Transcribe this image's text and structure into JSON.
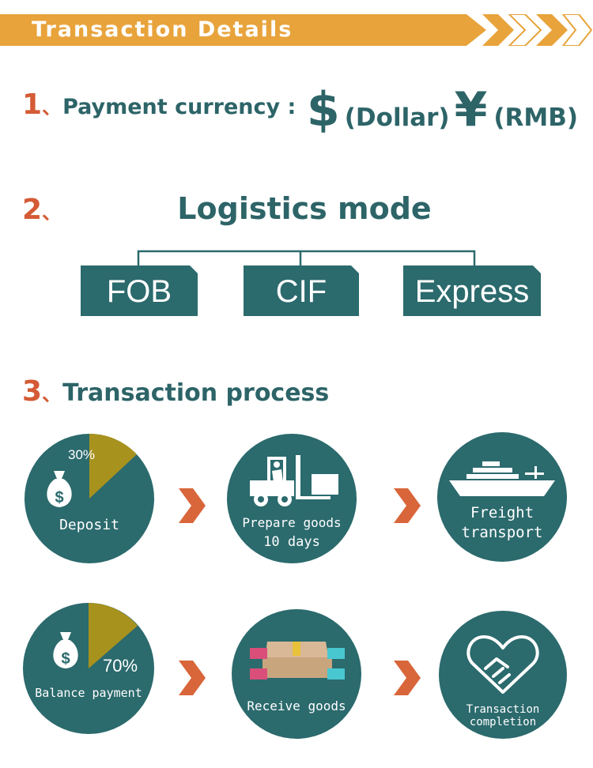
{
  "header": {
    "title": "Transaction Details"
  },
  "section1": {
    "number": "1",
    "separator": "、",
    "label": "Payment currency :",
    "dollar_symbol": "$",
    "dollar_text": "(Dollar)",
    "yuan_symbol": "¥",
    "yuan_text": "(RMB)"
  },
  "section2": {
    "number": "2",
    "separator": "、",
    "title": "Logistics mode",
    "modes": [
      "FOB",
      "CIF",
      "Express"
    ]
  },
  "section3": {
    "number": "3",
    "separator": "、",
    "title": "Transaction process",
    "steps": {
      "deposit": {
        "label": "Deposit",
        "percent": "30%"
      },
      "prepare": {
        "line1": "Prepare goods",
        "line2": "10 days"
      },
      "freight": {
        "line1": "Freight",
        "line2": "transport"
      },
      "balance": {
        "label": "Balance payment",
        "percent": "70%"
      },
      "receive": {
        "label": "Receive goods"
      },
      "completion": {
        "line1": "Transaction",
        "line2": "completion"
      }
    }
  },
  "colors": {
    "banner": "#e8a33b",
    "teal": "#2b6a6d",
    "accent_red": "#d45b35",
    "pie_gold": "#a8921e",
    "arrow": "#d8663a"
  }
}
